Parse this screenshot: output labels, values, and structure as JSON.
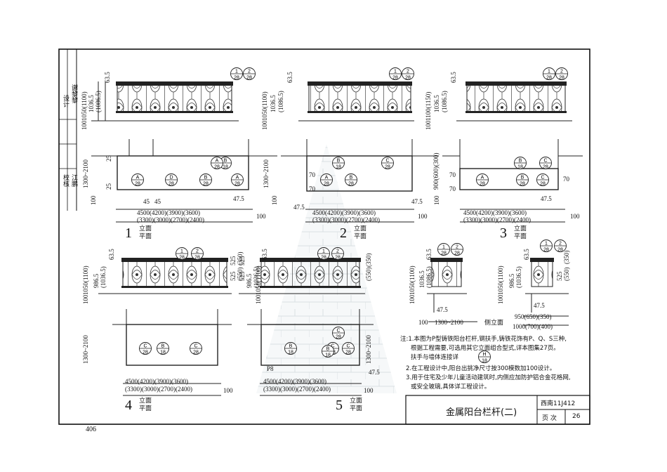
{
  "page_number": "406",
  "title_block": {
    "title": "金属阳台栏杆(二)",
    "atlas": "西南11J412",
    "page_label": "页 次",
    "page": "26"
  },
  "side_stamp": {
    "check": "校核",
    "checker": "江鹏",
    "design": "设计",
    "designer": "谢黎黎"
  },
  "views": [
    {
      "num": "1",
      "elev": "立面",
      "plan": "平面",
      "heights": [
        "1050(1100)",
        "1036.5",
        "(1086.5)",
        "63.5",
        "100",
        "1300~2100",
        "25",
        "25",
        "100"
      ],
      "widths": [
        "4500(4200)(3900)(3600)",
        "(3300)(3000)(2700)(2400)"
      ],
      "small": [
        "45",
        "45",
        "47.5",
        "100"
      ],
      "tags": [
        "1/28",
        "2/28",
        "B/18",
        "A/28",
        "A/28",
        "D/28",
        "B/28",
        "A/28"
      ]
    },
    {
      "num": "2",
      "elev": "立面",
      "plan": "平面",
      "heights": [
        "1050(1100)",
        "1036.5",
        "(1086.5)",
        "63.5",
        "100",
        "1300~2100",
        "70",
        "70",
        "100"
      ],
      "widths": [
        "4500(4200)(3900)(3600)",
        "(3300)(3000)(2700)(2400)"
      ],
      "small": [
        "47.5",
        "47.5",
        "100"
      ],
      "tags": [
        "1/28",
        "2/28",
        "B/18",
        "C/28",
        "A/28",
        "B/28"
      ]
    },
    {
      "num": "3",
      "elev": "立面",
      "plan": "平面",
      "heights": [
        "1100(1150)",
        "1036.5",
        "(1086.5)",
        "63.5",
        "100",
        "900(600)(300)",
        "70",
        "70",
        "100"
      ],
      "widths": [
        "4500(4200)(3900)(3600)",
        "(3300)(3000)(2700)(2400)"
      ],
      "small": [
        "47.5",
        "100",
        "70"
      ],
      "tags": [
        "1/28",
        "2/28",
        "B/18",
        "C/28",
        "A/28",
        "B/28",
        "C/28"
      ]
    },
    {
      "num": "4",
      "elev": "立面",
      "plan": "平面",
      "heights": [
        "1050(1100)",
        "986.5",
        "(1036.5)",
        "63.5",
        "100",
        "1300~2100",
        "525",
        "525",
        "(550)",
        "(350)"
      ],
      "widths": [
        "4500(4200)(3900)(3600)",
        "(3300)(3000)(2700)(2400)"
      ],
      "small": [
        "100"
      ],
      "tags": [
        "1/28",
        "2/28",
        "C/28",
        "B/18",
        "C/28"
      ]
    },
    {
      "num": "5",
      "elev": "立面",
      "plan": "平面",
      "heights": [
        "1050(1100)",
        "986.5",
        "(1036.5)",
        "63.5",
        "100",
        "1300~2100",
        "525",
        "525",
        "(550)",
        "(350)"
      ],
      "widths": [
        "4500(4200)(3900)(3600)",
        "(3300)(3000)(2700)(2400)"
      ],
      "small": [
        "47.5",
        "100"
      ],
      "tags": [
        "1/28",
        "2/28",
        "C/28",
        "B/18",
        "C/28",
        "B/18",
        "C/28"
      ]
    }
  ],
  "side_views": {
    "label": "侧立面",
    "a": {
      "heights": [
        "1050(1100)",
        "1036.5",
        "(1086.5)",
        "63.5",
        "100"
      ],
      "bottom": [
        "47.5",
        "100",
        "1300~2100"
      ]
    },
    "b": {
      "heights": [
        "1050(1100)",
        "986.5",
        "(1036.5)",
        "525",
        "(550)",
        "(350)",
        "63.5",
        "100"
      ],
      "bottom": [
        "47.5",
        "950(650)(350)",
        "1000(700)(400)"
      ]
    },
    "tags": [
      "1/28",
      "2/28",
      "1/28",
      "2/28"
    ]
  },
  "notes": [
    "注:1.本图为P型铸铁阳台栏杆,钢扶手,铸铁花饰有P、Q、S三种,",
    "根据工程需要,可选用其它立面组合型式,详本图集27页。",
    "扶手与墙体连接详",
    "2.在工程设计中,阳台出挑净尺寸按300模数加100设计。",
    "3.用于住宅及少年儿童活动建筑时,内侧应加防护铝合金花格网,",
    "或安全玻璃,具体详工程设计。"
  ],
  "note_tag": "H/18",
  "misc": {
    "pb": "P8"
  }
}
